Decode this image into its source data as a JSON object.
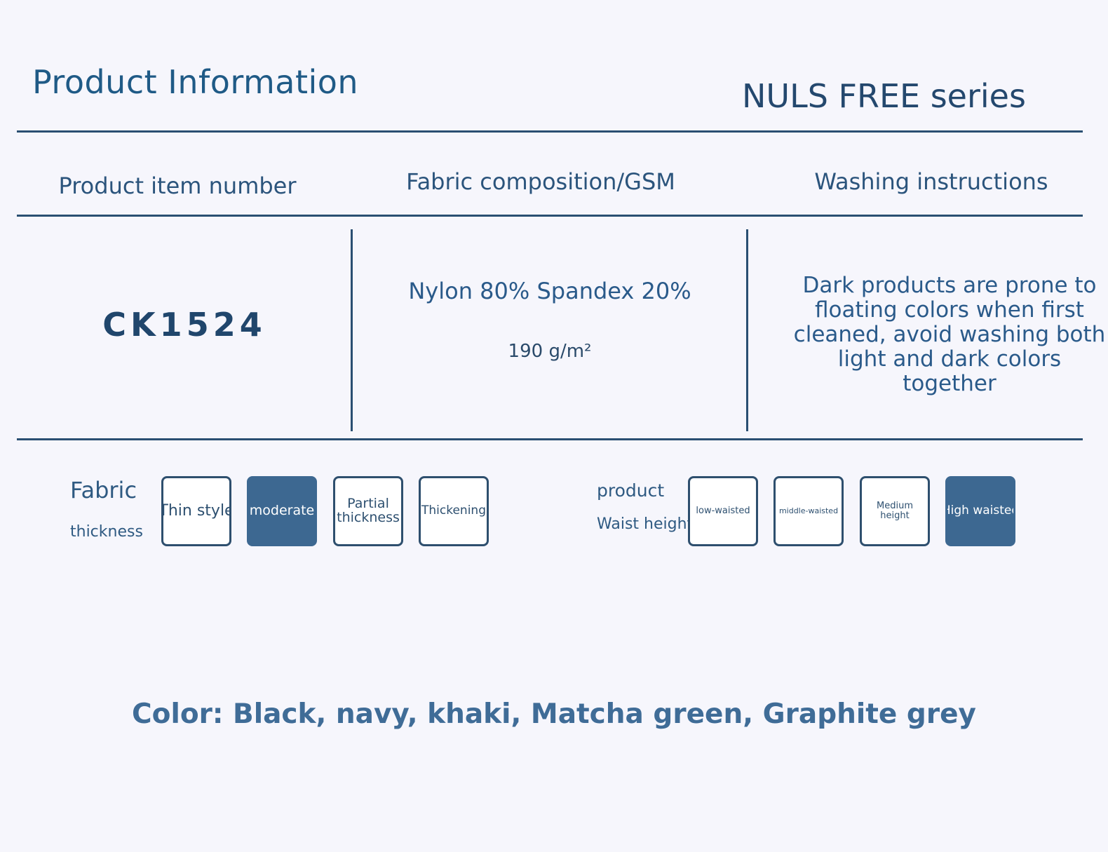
{
  "header": {
    "title": "Product Information",
    "series": "NULS FREE series"
  },
  "columns": {
    "item_number_label": "Product item number",
    "composition_label": "Fabric composition/GSM",
    "washing_label": "Washing instructions"
  },
  "details": {
    "item_number": "CK1524",
    "composition": "Nylon 80% Spandex 20%",
    "gsm": "190 g/m²",
    "washing": "Dark products are prone to floating colors when first cleaned, avoid washing both light and dark colors together"
  },
  "fabric_thickness": {
    "label_line1": "Fabric",
    "label_line2": "thickness",
    "options": [
      {
        "label": "Thin style",
        "selected": false
      },
      {
        "label": "moderate",
        "selected": true
      },
      {
        "label": "Partial thickness",
        "selected": false
      },
      {
        "label": "Thickening",
        "selected": false
      }
    ]
  },
  "waist_height": {
    "label_line1": "product",
    "label_line2": "Waist height",
    "options": [
      {
        "label": "low-waisted",
        "selected": false
      },
      {
        "label": "middle-waisted",
        "selected": false
      },
      {
        "label": "Medium height",
        "selected": false
      },
      {
        "label": "High waisted",
        "selected": true
      }
    ]
  },
  "colors": {
    "text": "Color: Black, navy, khaki, Matcha green, Graphite grey"
  },
  "theme": {
    "accent": "#3d6891",
    "line": "#2a4f72",
    "background": "#f6f6fc"
  }
}
